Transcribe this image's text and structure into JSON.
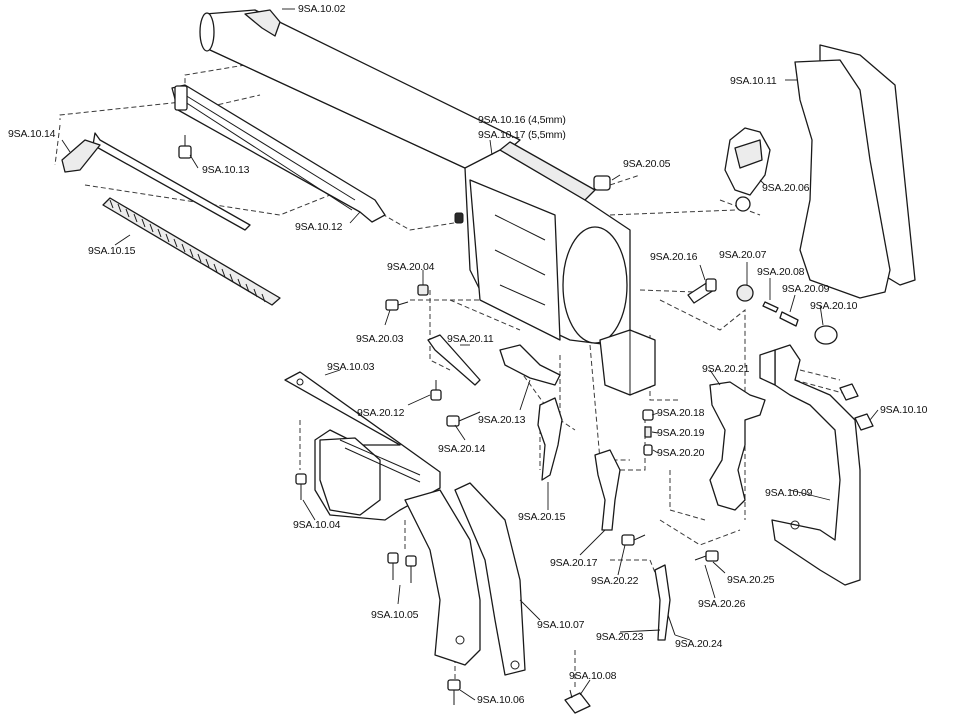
{
  "labels": {
    "barrel": "9SA.10.02",
    "frame_size_a": "9SA.10.16 (4,5mm)",
    "frame_size_b": "9SA.10.17 (5,5mm)",
    "grip_panels": "9SA.10.11",
    "ejector_tube_screw": "9SA.10.13",
    "ejector_head": "9SA.10.14",
    "ejector_tube": "9SA.10.12",
    "ejector_spring": "9SA.10.15",
    "base_pin_bushing": "9SA.20.05",
    "hammer": "9SA.20.06",
    "base_pin_spring": "9SA.20.04",
    "base_pin_screw": "9SA.20.03",
    "hammer_screw": "9SA.20.16",
    "hammer_roll": "9SA.20.07",
    "roll_pin": "9SA.20.08",
    "firing_pin": "9SA.20.09",
    "firing_pin_bushing": "9SA.20.10",
    "trigger_spring": "9SA.20.11",
    "trigger_guard": "9SA.10.03",
    "hand": "9SA.20.21",
    "screw_2012": "9SA.20.12",
    "bolt": "9SA.20.13",
    "pin_2018": "9SA.20.18",
    "grip_screws": "9SA.10.10",
    "pin_2019": "9SA.20.19",
    "screw_2014": "9SA.20.14",
    "pin_2020": "9SA.20.20",
    "backstrap": "9SA.10.09",
    "guard_screw": "9SA.10.04",
    "trigger": "9SA.20.15",
    "hand_spring": "9SA.20.17",
    "screw_2025": "9SA.20.25",
    "pin_2022": "9SA.20.22",
    "pin_2026": "9SA.20.26",
    "guard_screws": "9SA.10.05",
    "frontstrap": "9SA.10.07",
    "loading_gate": "9SA.20.23",
    "loading_gate_spring": "9SA.20.24",
    "grip_frame_screw": "9SA.10.08",
    "screw_1006": "9SA.10.06"
  },
  "colors": {
    "line": "#1a1a1a",
    "background": "#ffffff"
  }
}
